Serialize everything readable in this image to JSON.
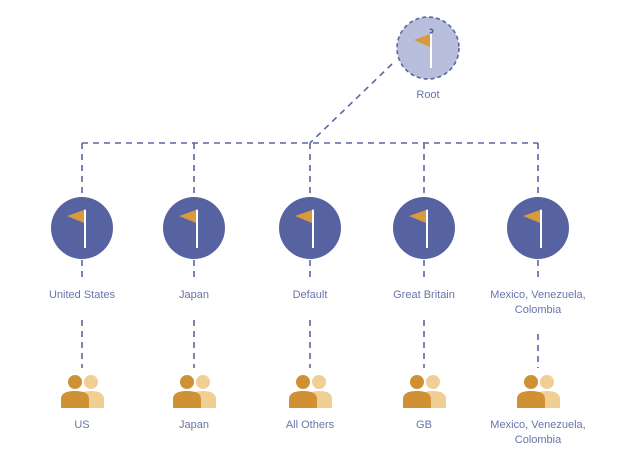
{
  "root": {
    "label": "Root"
  },
  "targets": [
    {
      "label": "United States",
      "audience": "US"
    },
    {
      "label": "Japan",
      "audience": "Japan"
    },
    {
      "label": "Default",
      "audience": "All Others"
    },
    {
      "label": "Great Britain",
      "audience": "GB"
    },
    {
      "label": "Mexico, Venezuela, Colombia",
      "audience": "Mexico, Venezuela, Colombia"
    }
  ],
  "colors": {
    "node_fill": "#5762a1",
    "root_fill": "#b8bedb",
    "flag": "#d99a3b",
    "line": "#5a66a3",
    "label": "#6a74a8",
    "person_front": "#d09034",
    "person_back": "#f0cf95"
  },
  "icons": {
    "node": "flag-icon",
    "audience": "people-icon"
  }
}
